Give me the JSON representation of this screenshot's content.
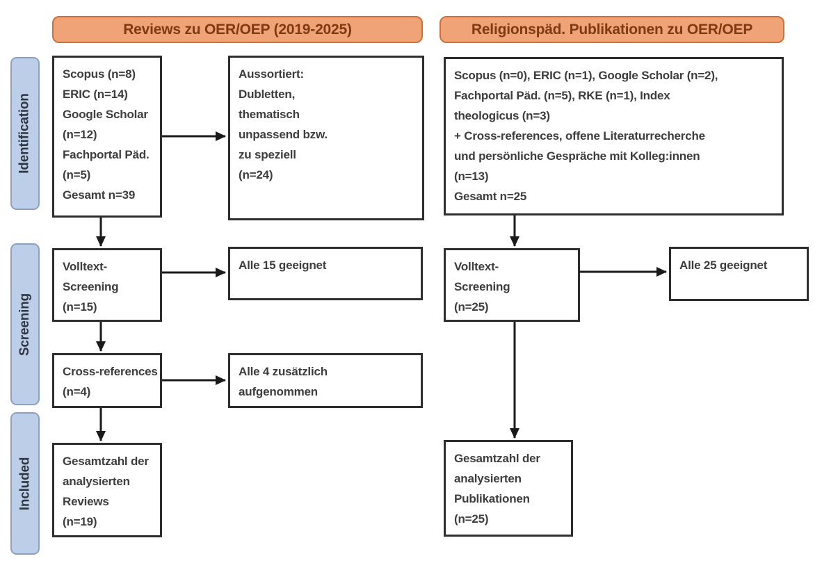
{
  "headers": {
    "left": "Reviews zu OER/OEP (2019-2025)",
    "right": "Religionspäd. Publikationen zu OER/OEP"
  },
  "stages": {
    "identification": "Identification",
    "screening": "Screening",
    "included": "Included"
  },
  "left": {
    "sources": {
      "lines": [
        "Scopus (n=8)",
        "ERIC (n=14)",
        "Google Scholar",
        "(n=12)",
        "Fachportal Päd.",
        "(n=5)",
        "Gesamt n=39"
      ]
    },
    "aussortiert": {
      "lines": [
        "Aussortiert:",
        "Dubletten,",
        "thematisch",
        "unpassend bzw.",
        "zu speziell",
        "(n=24)"
      ]
    },
    "volltext": {
      "lines": [
        "Volltext-",
        "Screening",
        "(n=15)"
      ]
    },
    "alle15": {
      "lines": [
        "Alle 15 geeignet"
      ]
    },
    "crossref": {
      "lines": [
        "Cross-references",
        "(n=4)"
      ]
    },
    "alle4": {
      "lines": [
        "Alle 4 zusätzlich",
        "aufgenommen"
      ]
    },
    "gesamt": {
      "lines": [
        "Gesamtzahl der",
        "analysierten",
        "Reviews",
        "(n=19)"
      ]
    }
  },
  "right": {
    "sources": {
      "lines": [
        "Scopus (n=0), ERIC (n=1), Google Scholar (n=2),",
        "Fachportal Päd. (n=5), RKE (n=1), Index",
        "theologicus (n=3)",
        "+ Cross-references, offene Literaturrecherche",
        "und persönliche Gespräche mit Kolleg:innen",
        "(n=13)",
        "Gesamt n=25"
      ]
    },
    "volltext": {
      "lines": [
        "Volltext-",
        "Screening",
        "(n=25)"
      ]
    },
    "alle25": {
      "lines": [
        "Alle 25 geeignet"
      ]
    },
    "gesamt": {
      "lines": [
        "Gesamtzahl der",
        "analysierten",
        "Publikationen",
        "(n=25)"
      ]
    }
  },
  "colors": {
    "header_fill": "#F0A376",
    "header_border": "#CF6F38",
    "header_text": "#7F3A13",
    "stage_fill": "#BDCEE9",
    "stage_border": "#8CA0BF",
    "stage_text": "#2F3642",
    "box_border": "#2E2E2E",
    "box_text": "#3D3D3D",
    "arrow": "#1A1A1A",
    "background": "#FFFFFF"
  }
}
